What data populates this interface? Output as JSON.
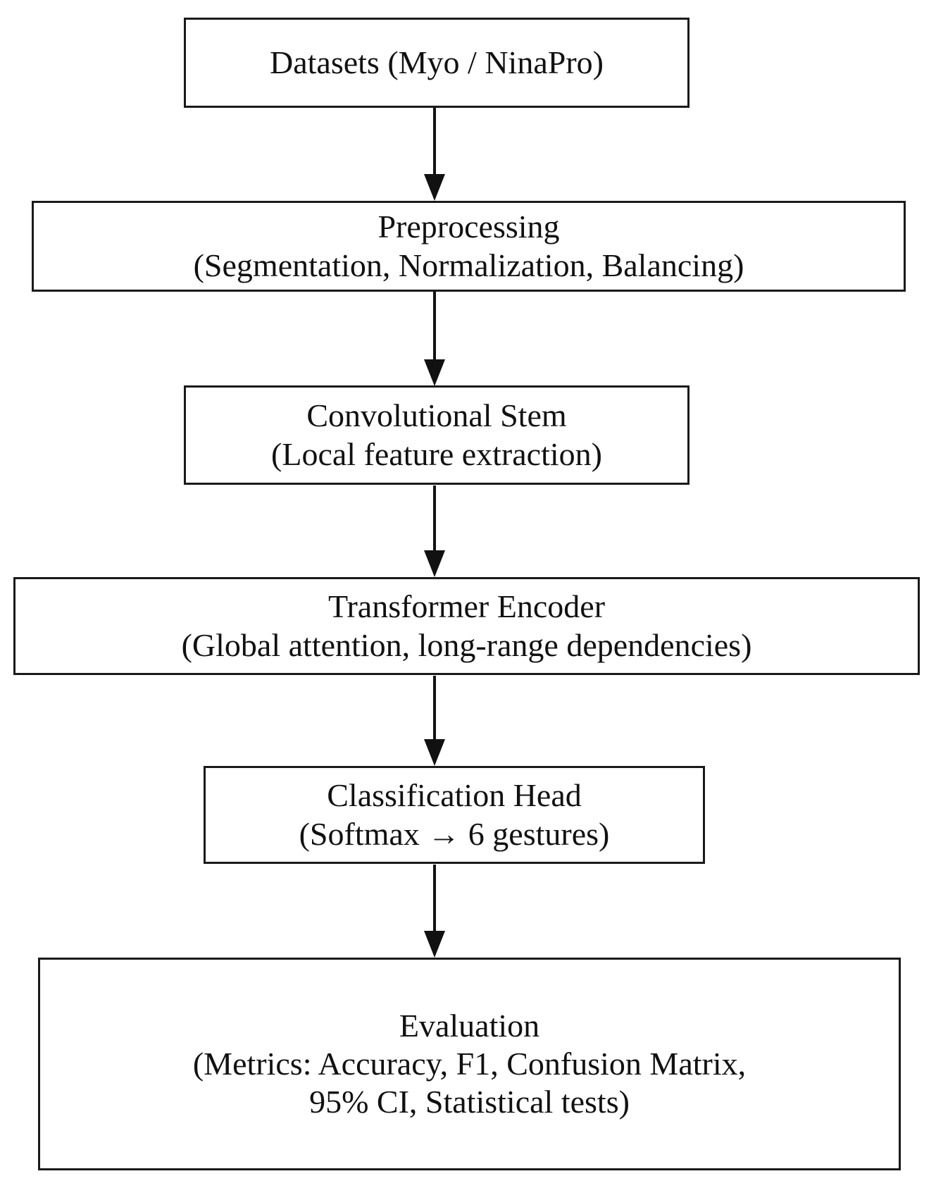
{
  "diagram": {
    "type": "flowchart",
    "orientation": "top-to-bottom",
    "background_color": "#ffffff",
    "node_border_color": "#1a1a1a",
    "text_color": "#111111",
    "arrow_color": "#111111",
    "nodes": [
      {
        "id": "datasets",
        "lines": [
          "Datasets (Myo / NinaPro)"
        ]
      },
      {
        "id": "preprocessing",
        "lines": [
          "Preprocessing",
          "(Segmentation, Normalization, Balancing)"
        ]
      },
      {
        "id": "conv_stem",
        "lines": [
          "Convolutional Stem",
          "(Local feature extraction)"
        ]
      },
      {
        "id": "transformer",
        "lines": [
          "Transformer Encoder",
          "(Global attention, long-range dependencies)"
        ]
      },
      {
        "id": "classifier",
        "lines": [
          "Classification Head",
          "(Softmax → 6 gestures)"
        ]
      },
      {
        "id": "evaluation",
        "lines": [
          "Evaluation",
          "(Metrics: Accuracy, F1, Confusion Matrix,",
          "95% CI, Statistical tests)"
        ]
      }
    ],
    "edges": [
      {
        "id": "e1",
        "from": "datasets",
        "to": "preprocessing"
      },
      {
        "id": "e2",
        "from": "preprocessing",
        "to": "conv_stem"
      },
      {
        "id": "e3",
        "from": "conv_stem",
        "to": "transformer"
      },
      {
        "id": "e4",
        "from": "transformer",
        "to": "classifier"
      },
      {
        "id": "e5",
        "from": "classifier",
        "to": "evaluation"
      }
    ]
  }
}
